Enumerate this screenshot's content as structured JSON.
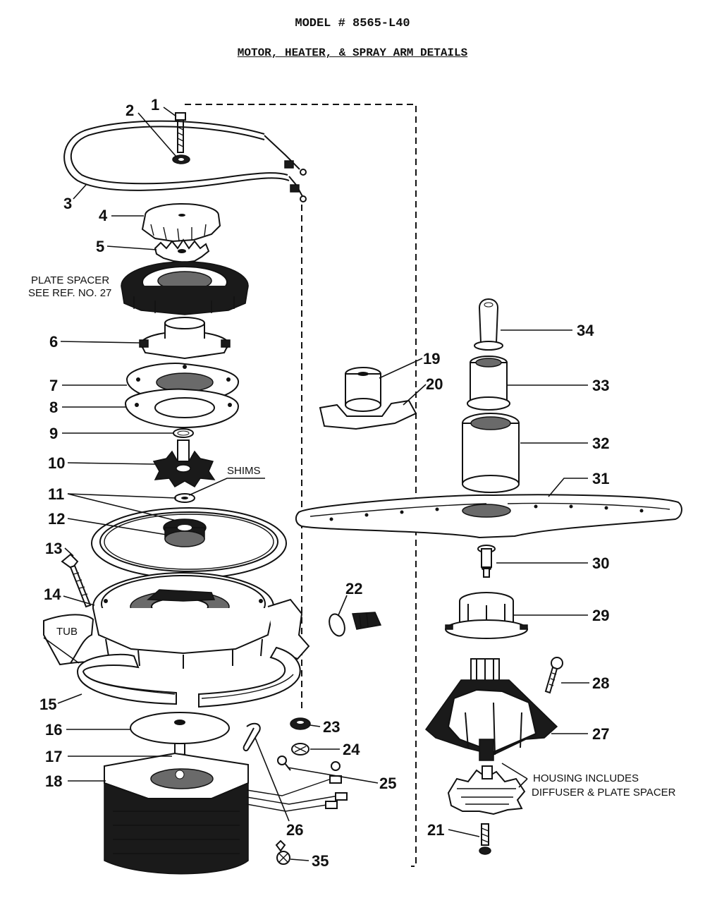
{
  "header": {
    "model": "MODEL # 8565-L40",
    "title": "MOTOR, HEATER, & SPRAY ARM DETAILS"
  },
  "labels": {
    "plate_spacer_line1": "PLATE SPACER",
    "plate_spacer_line2": "SEE REF. NO. 27",
    "shims": "SHIMS",
    "tub": "TUB",
    "housing_line1": "HOUSING INCLUDES",
    "housing_line2": "DIFFUSER & PLATE SPACER"
  },
  "callouts": {
    "c1": "1",
    "c2": "2",
    "c3": "3",
    "c4": "4",
    "c5": "5",
    "c6": "6",
    "c7": "7",
    "c8": "8",
    "c9": "9",
    "c10": "10",
    "c11": "11",
    "c12": "12",
    "c13": "13",
    "c14": "14",
    "c15": "15",
    "c16": "16",
    "c17": "17",
    "c18": "18",
    "c19": "19",
    "c20": "20",
    "c21": "21",
    "c22": "22",
    "c23": "23",
    "c24": "24",
    "c25": "25",
    "c26": "26",
    "c27": "27",
    "c28": "28",
    "c29": "29",
    "c30": "30",
    "c31": "31",
    "c32": "32",
    "c33": "33",
    "c34": "34",
    "c35": "35"
  }
}
